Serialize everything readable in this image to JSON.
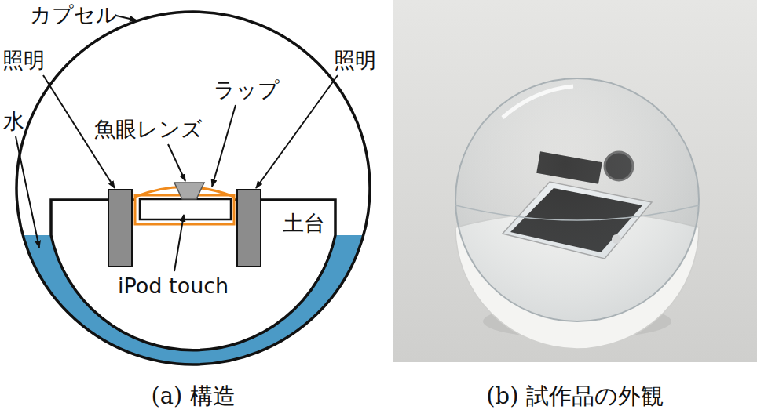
{
  "diagram": {
    "labels": [
      "カプセル",
      "照明",
      "ラップ",
      "照明",
      "魚眼レンズ",
      "水",
      "土台",
      "iPod touch",
      "(a) 構造",
      "(b) 試作品の外観"
    ]
  }
}
